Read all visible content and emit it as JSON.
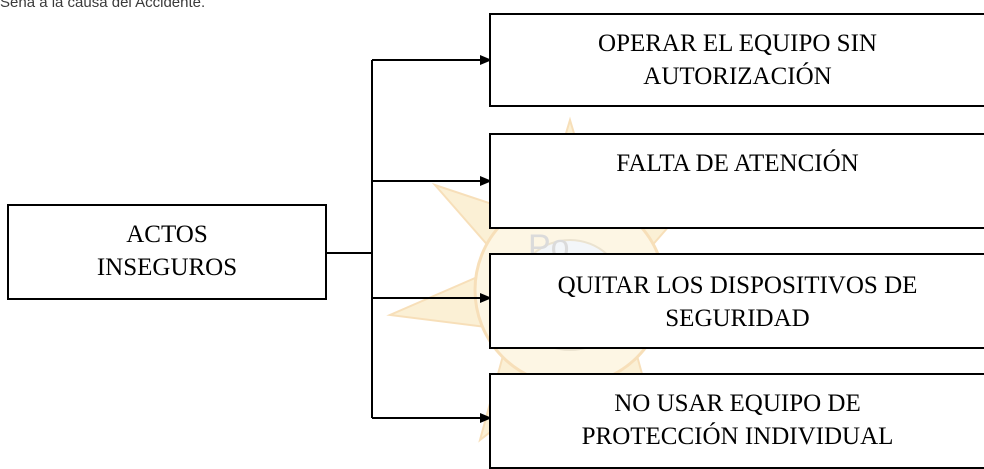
{
  "caption_fragment": "Seña a la causa del Accidente.",
  "watermark": {
    "text": "Po",
    "fill_color": "#f6d78a",
    "accent_color": "#e9a63a"
  },
  "root": {
    "lines": [
      "ACTOS",
      "INSEGUROS"
    ]
  },
  "branches": [
    {
      "lines": [
        "OPERAR EL EQUIPO SIN",
        "AUTORIZACIÓN"
      ]
    },
    {
      "lines": [
        "FALTA DE ATENCIÓN"
      ]
    },
    {
      "lines": [
        "QUITAR LOS DISPOSITIVOS DE",
        "SEGURIDAD"
      ]
    },
    {
      "lines": [
        "NO USAR EQUIPO DE",
        "PROTECCIÓN INDIVIDUAL"
      ]
    }
  ]
}
